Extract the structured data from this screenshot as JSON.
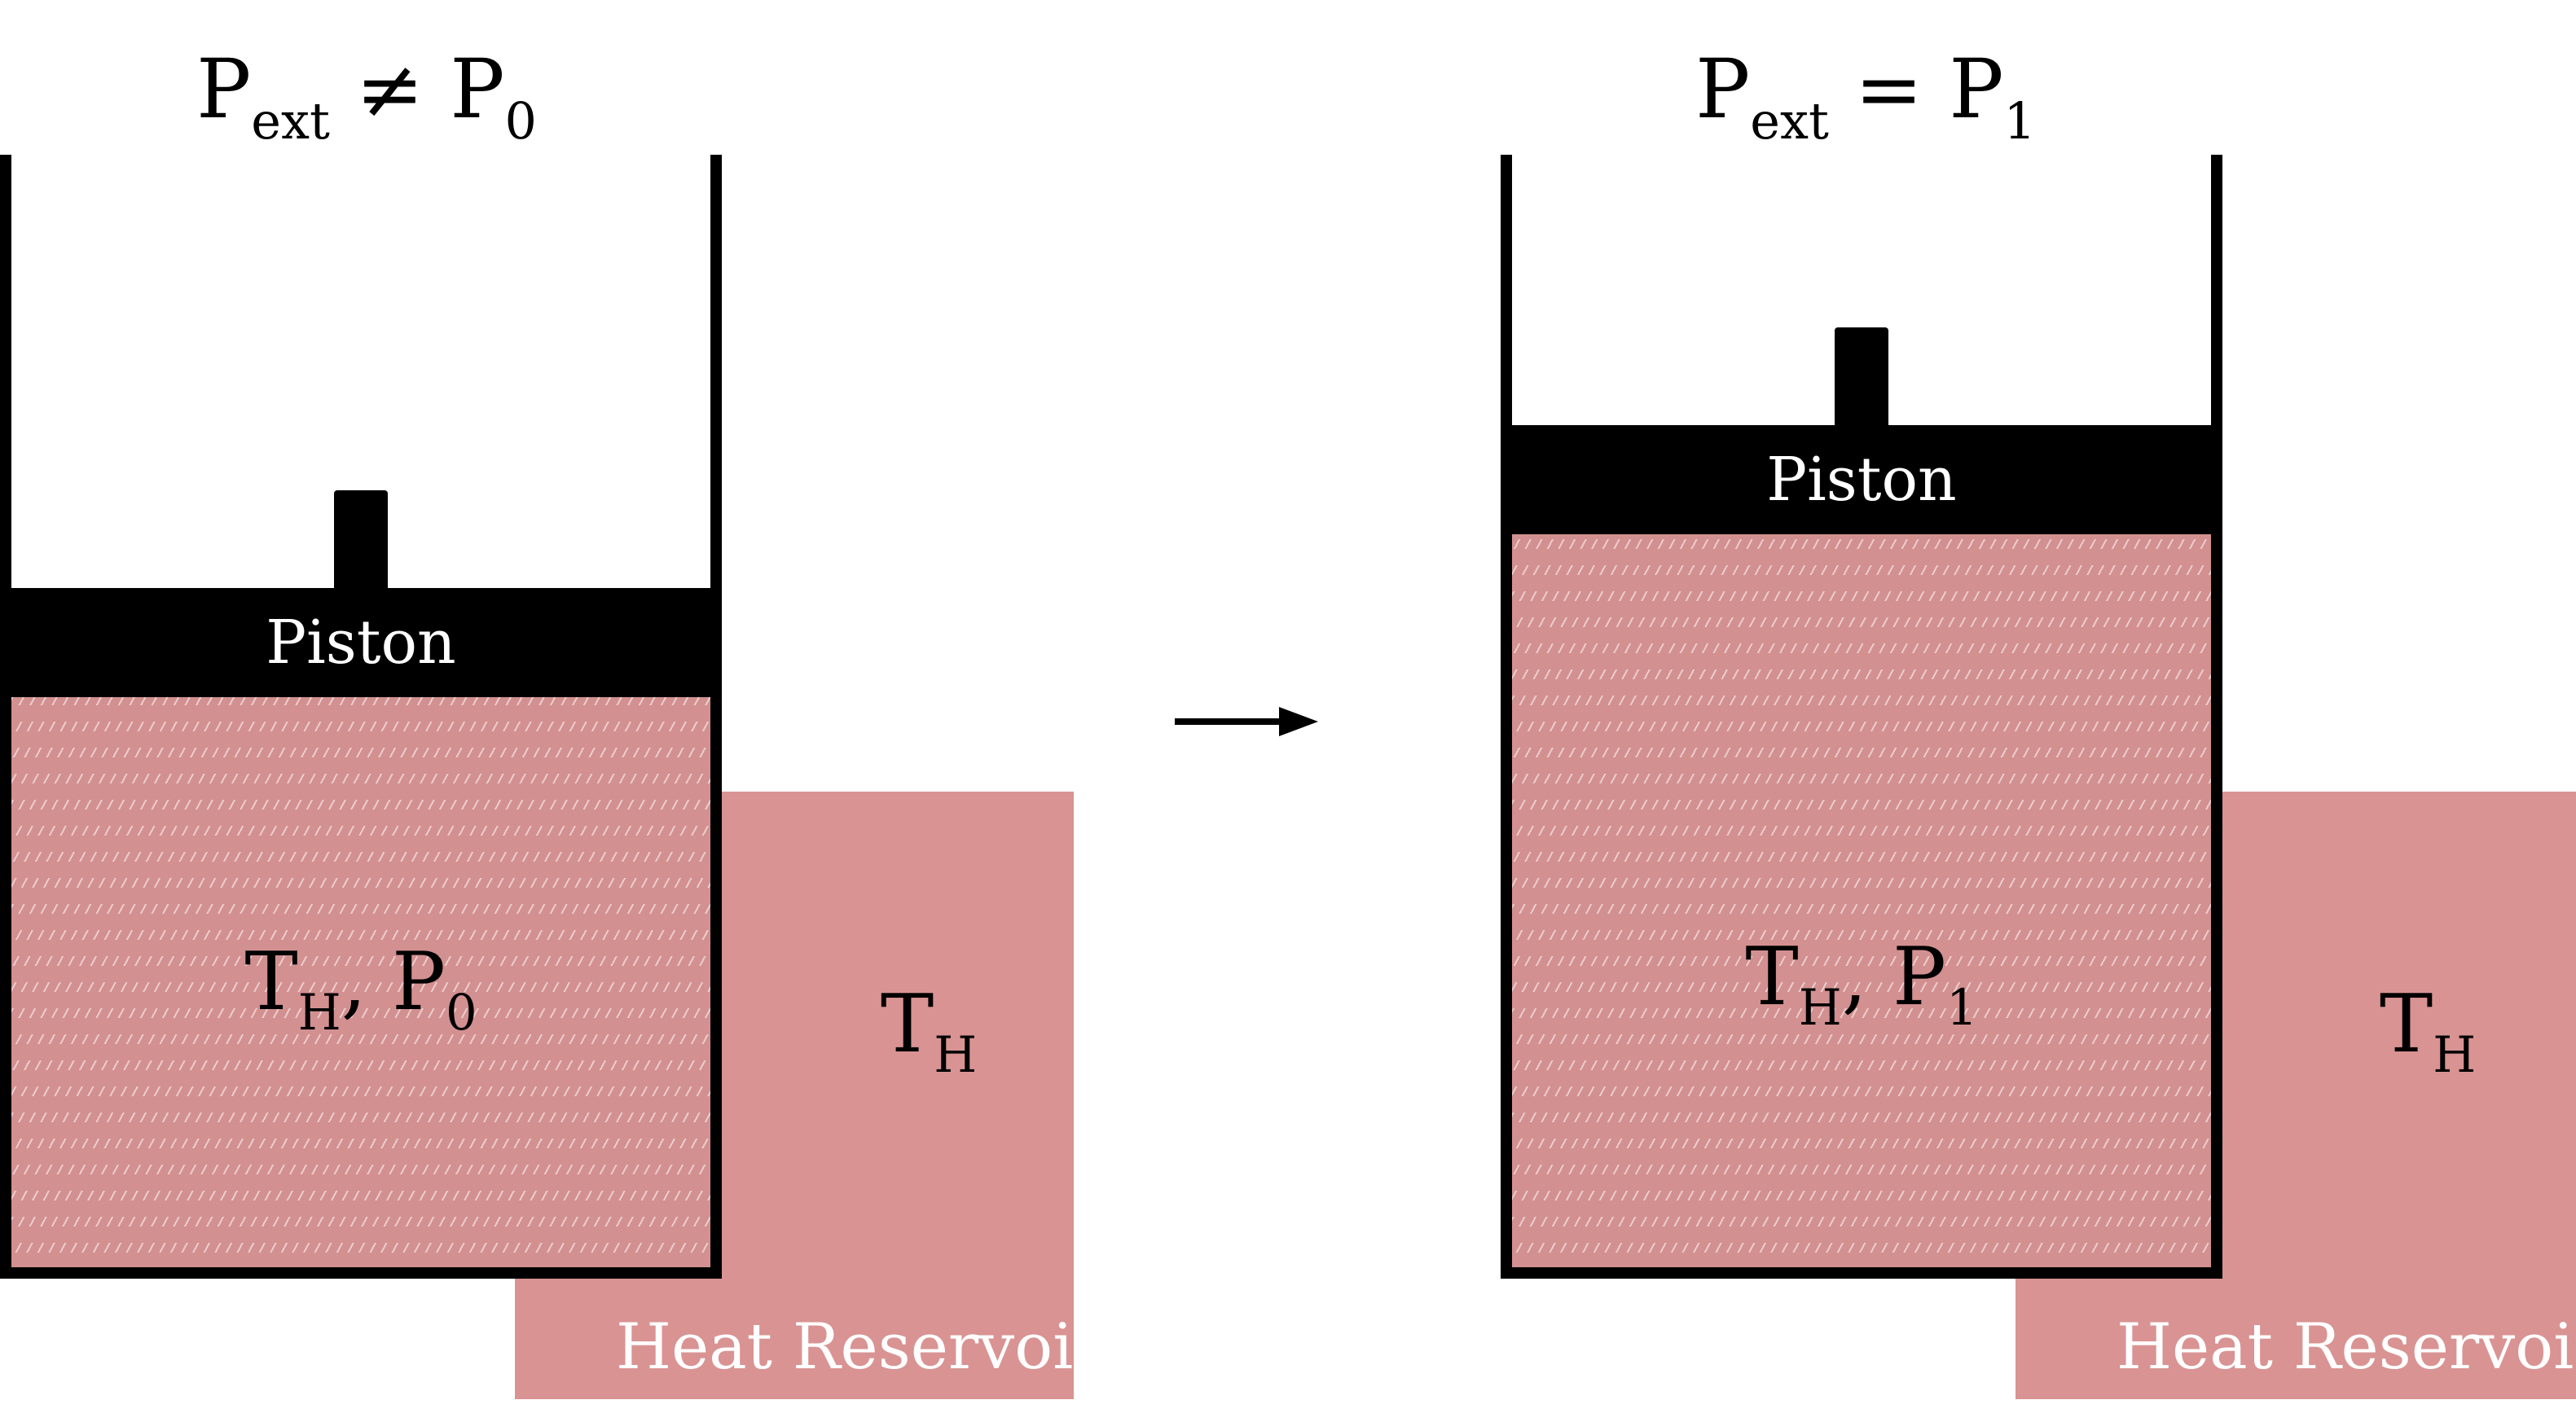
{
  "left_state": {
    "title_main": "P",
    "title_sub": "ext",
    "title_op": " ≠ P",
    "title_op_sub": "0",
    "piston_label": "Piston",
    "gas_T": "T",
    "gas_T_sub": "H",
    "gas_sep": ", P",
    "gas_P_sub": "0",
    "reservoir_T": "T",
    "reservoir_T_sub": "H",
    "reservoir_label": "Heat Reservoir"
  },
  "right_state": {
    "title_main": "P",
    "title_sub": "ext",
    "title_op": " = P",
    "title_op_sub": "1",
    "piston_label": "Piston",
    "gas_T": "T",
    "gas_T_sub": "H",
    "gas_sep": ", P",
    "gas_P_sub": "1",
    "reservoir_T": "T",
    "reservoir_T_sub": "H",
    "reservoir_label": "Heat Reservoir"
  },
  "colors": {
    "gas": "#d39090",
    "reservoir": "#d99393",
    "walls": "#000000",
    "arrow": "#000000"
  },
  "icons": {
    "transition": "right-arrow-icon"
  }
}
